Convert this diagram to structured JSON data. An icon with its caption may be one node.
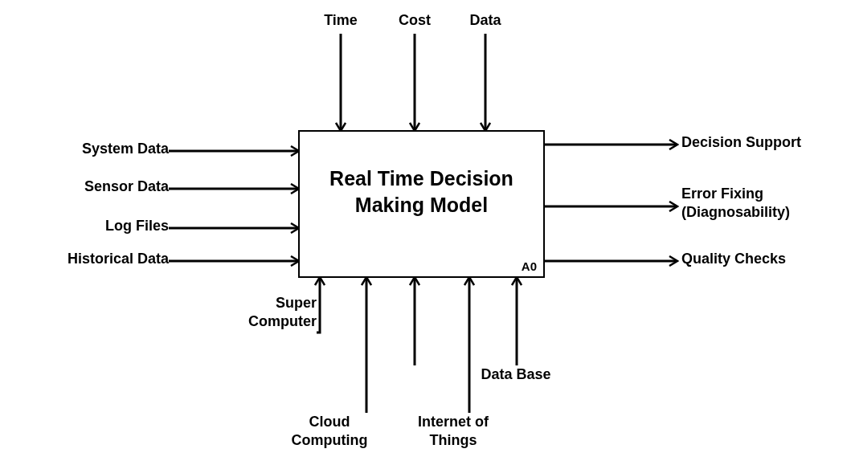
{
  "diagram": {
    "nodes": [
      {
        "text": [
          "Real Time Decision Making Model",
          "A0"
        ]
      },
      {
        "text": [
          "Time"
        ]
      },
      {
        "text": [
          "Cost"
        ]
      },
      {
        "text": [
          "Data"
        ]
      },
      {
        "text": [
          "System Data"
        ]
      },
      {
        "text": [
          "Sensor Data"
        ]
      },
      {
        "text": [
          "Log Files"
        ]
      },
      {
        "text": [
          "Historical Data"
        ]
      },
      {
        "text": [
          "Decision Support"
        ]
      },
      {
        "text": [
          "Error Fixing (Diagnosability)"
        ]
      },
      {
        "text": [
          "Quality Checks"
        ]
      },
      {
        "text": [
          "Super Computer"
        ]
      },
      {
        "text": [
          "Cloud Computing"
        ]
      },
      {
        "text": [
          "Internet of Things"
        ]
      },
      {
        "text": [
          "Data Base"
        ]
      }
    ],
    "edges": [
      {
        "from": 1,
        "to": 0,
        "arrow": "to"
      },
      {
        "from": 2,
        "to": 0,
        "arrow": "to"
      },
      {
        "from": 3,
        "to": 0,
        "arrow": "to"
      },
      {
        "from": 4,
        "to": 0,
        "arrow": "to"
      },
      {
        "from": 5,
        "to": 0,
        "arrow": "to"
      },
      {
        "from": 6,
        "to": 0,
        "arrow": "to"
      },
      {
        "from": 7,
        "to": 0,
        "arrow": "to"
      },
      {
        "from": 0,
        "to": 8,
        "arrow": "to"
      },
      {
        "from": 0,
        "to": 9,
        "arrow": "to"
      },
      {
        "from": 0,
        "to": 10,
        "arrow": "to"
      },
      {
        "from": 11,
        "to": 0,
        "arrow": "to"
      },
      {
        "from": 12,
        "to": 0,
        "arrow": "to"
      },
      {
        "from": null,
        "to": 0,
        "arrow": "to"
      },
      {
        "from": 13,
        "to": 0,
        "arrow": "to"
      },
      {
        "from": 14,
        "to": 0,
        "arrow": "to"
      }
    ]
  }
}
